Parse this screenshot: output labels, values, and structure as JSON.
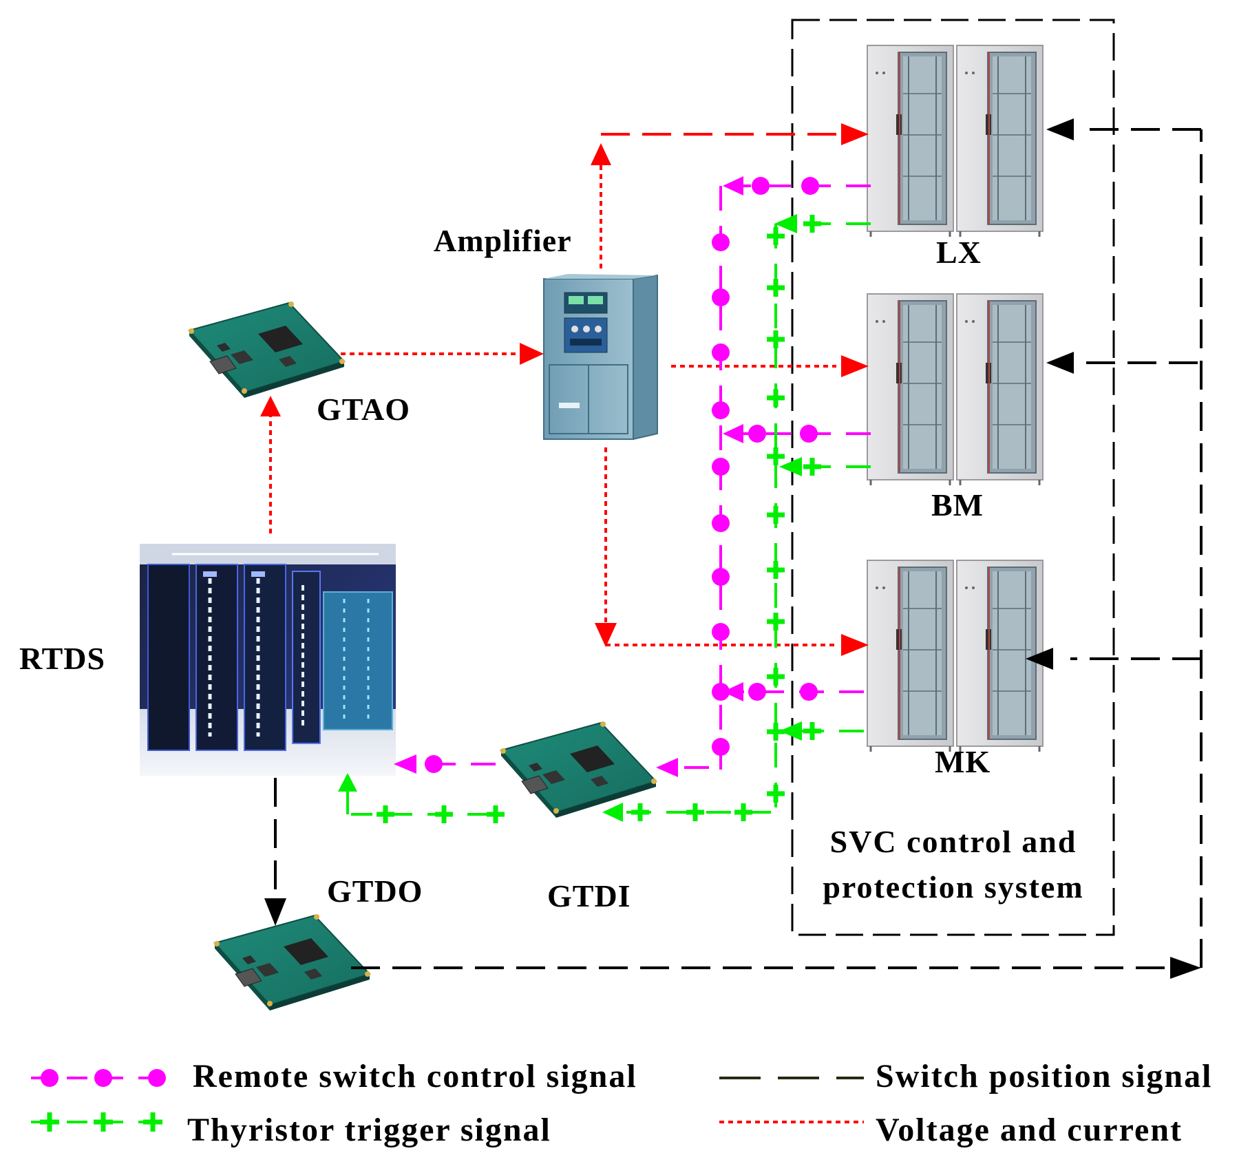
{
  "components": {
    "rtds": "RTDS",
    "gtao": "GTAO",
    "amplifier": "Amplifier",
    "gtdo": "GTDO",
    "gtdi": "GTDI",
    "lx": "LX",
    "bm": "BM",
    "mk": "MK"
  },
  "svc_box": {
    "line1": "SVC control and",
    "line2": "protection system"
  },
  "legend": {
    "remote_switch": "Remote switch control signal",
    "thyristor": "Thyristor trigger signal",
    "switch_position": "Switch position signal",
    "voltage_current": "Voltage and current"
  },
  "colors": {
    "remote_switch": "#ff00ff",
    "thyristor": "#00ee00",
    "switch_position": "#000000",
    "voltage_current": "#ff0000"
  }
}
